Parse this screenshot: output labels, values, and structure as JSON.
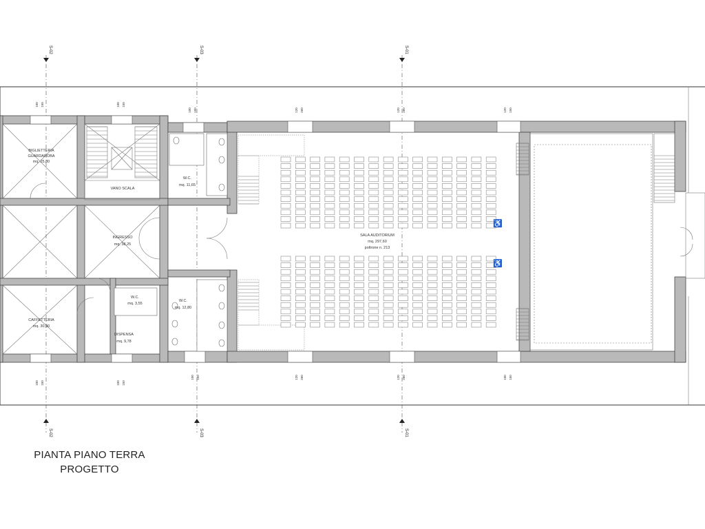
{
  "caption": {
    "line1": "PIANTA PIANO TERRA",
    "line2": "PROGETTO"
  },
  "section_marks": [
    "S-01",
    "S-02",
    "S-03"
  ],
  "rooms": {
    "biglietteria": {
      "name": "BIGLIETTERIA",
      "name2": "GUARDAROBA",
      "area": "mq. 25,80"
    },
    "vano_scala": {
      "name": "VANO SCALA"
    },
    "wc_top": {
      "name": "W.C.",
      "area": "mq. 11,65"
    },
    "ingresso": {
      "name": "INGRESSO",
      "area": "mq. 38,25"
    },
    "wc_small": {
      "name": "W.C.",
      "area": "mq. 3,55"
    },
    "wc_bottom": {
      "name": "W.C.",
      "area": "mq. 12,80"
    },
    "caffetteria": {
      "name": "CAFFETTERIA",
      "area": "mq. 30,90"
    },
    "dispensa": {
      "name": "DISPENSA",
      "area": "mq. 9,78"
    },
    "sala": {
      "name": "SALA AUDITORIUM",
      "area": "mq. 297,60",
      "seats": "poltrone n. 213"
    }
  },
  "dims": {
    "window": "100",
    "window2": "150",
    "window_large": "120",
    "window_large2": "260"
  }
}
